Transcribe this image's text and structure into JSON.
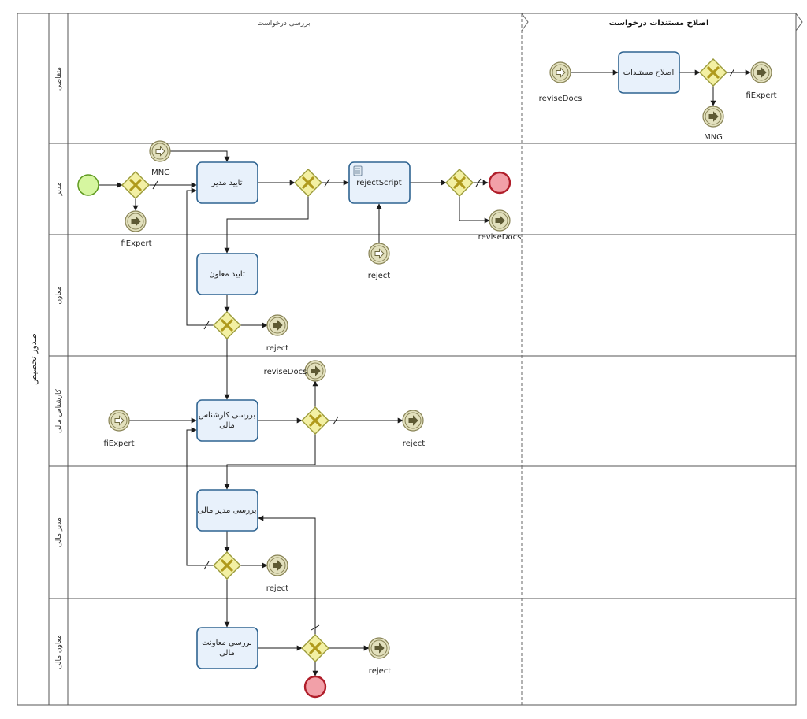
{
  "pool": {
    "label": "صدور تخصیص"
  },
  "phases": [
    {
      "label": "بررسی درخواست"
    },
    {
      "label": "اصلاح مستندات درخواست"
    }
  ],
  "lanes": [
    {
      "label": "متقاضی"
    },
    {
      "label": "مدیر"
    },
    {
      "label": "معاون"
    },
    {
      "label": "کارشناس مالی"
    },
    {
      "label": "مدیر مالی"
    },
    {
      "label": "معاون مالی"
    }
  ],
  "tasks": {
    "revise": {
      "lines": [
        "اصلاح مستندات"
      ]
    },
    "manager": {
      "lines": [
        "تایید مدیر"
      ]
    },
    "script": {
      "lines": [
        "rejectScript"
      ]
    },
    "deputy": {
      "lines": [
        "تایید معاون"
      ]
    },
    "expert": {
      "lines": [
        "بررسی کارشناس",
        "مالی"
      ]
    },
    "finmgr": {
      "lines": [
        "بررسی مدیر مالی"
      ]
    },
    "findep": {
      "lines": [
        "بررسی معاونت",
        "مالی"
      ]
    }
  },
  "events": {
    "reviseDocsStart": {
      "label": "reviseDocs"
    },
    "fiExpertTop": {
      "label": "fiExpert"
    },
    "mngTop": {
      "label": "MNG"
    },
    "mngCatch": {
      "label": "MNG"
    },
    "fiExpertMgr": {
      "label": "fiExpert"
    },
    "rejectCatch": {
      "label": "reject"
    },
    "reviseDocsMgr": {
      "label": "reviseDocs"
    },
    "rejectDeputy": {
      "label": "reject"
    },
    "reviseDocsExpert": {
      "label": "reviseDocs"
    },
    "fiExpertCatch": {
      "label": "fiExpert"
    },
    "rejectExpert": {
      "label": "reject"
    },
    "rejectFinmgr": {
      "label": "reject"
    },
    "rejectFindep": {
      "label": "reject"
    }
  },
  "colors": {
    "task_fill": "#e8f1fb",
    "task_stroke": "#2f6491",
    "gateway_fill": "#f3f0a3",
    "gateway_stroke": "#9a9a3a",
    "gateway_x": "#b09a1c",
    "event_fill": "#e2e0bd",
    "event_stroke": "#888356",
    "start_fill": "#d6f6a0",
    "start_stroke": "#5f9a20",
    "end_fill": "#f2a0a8",
    "end_stroke": "#b01e2a"
  }
}
